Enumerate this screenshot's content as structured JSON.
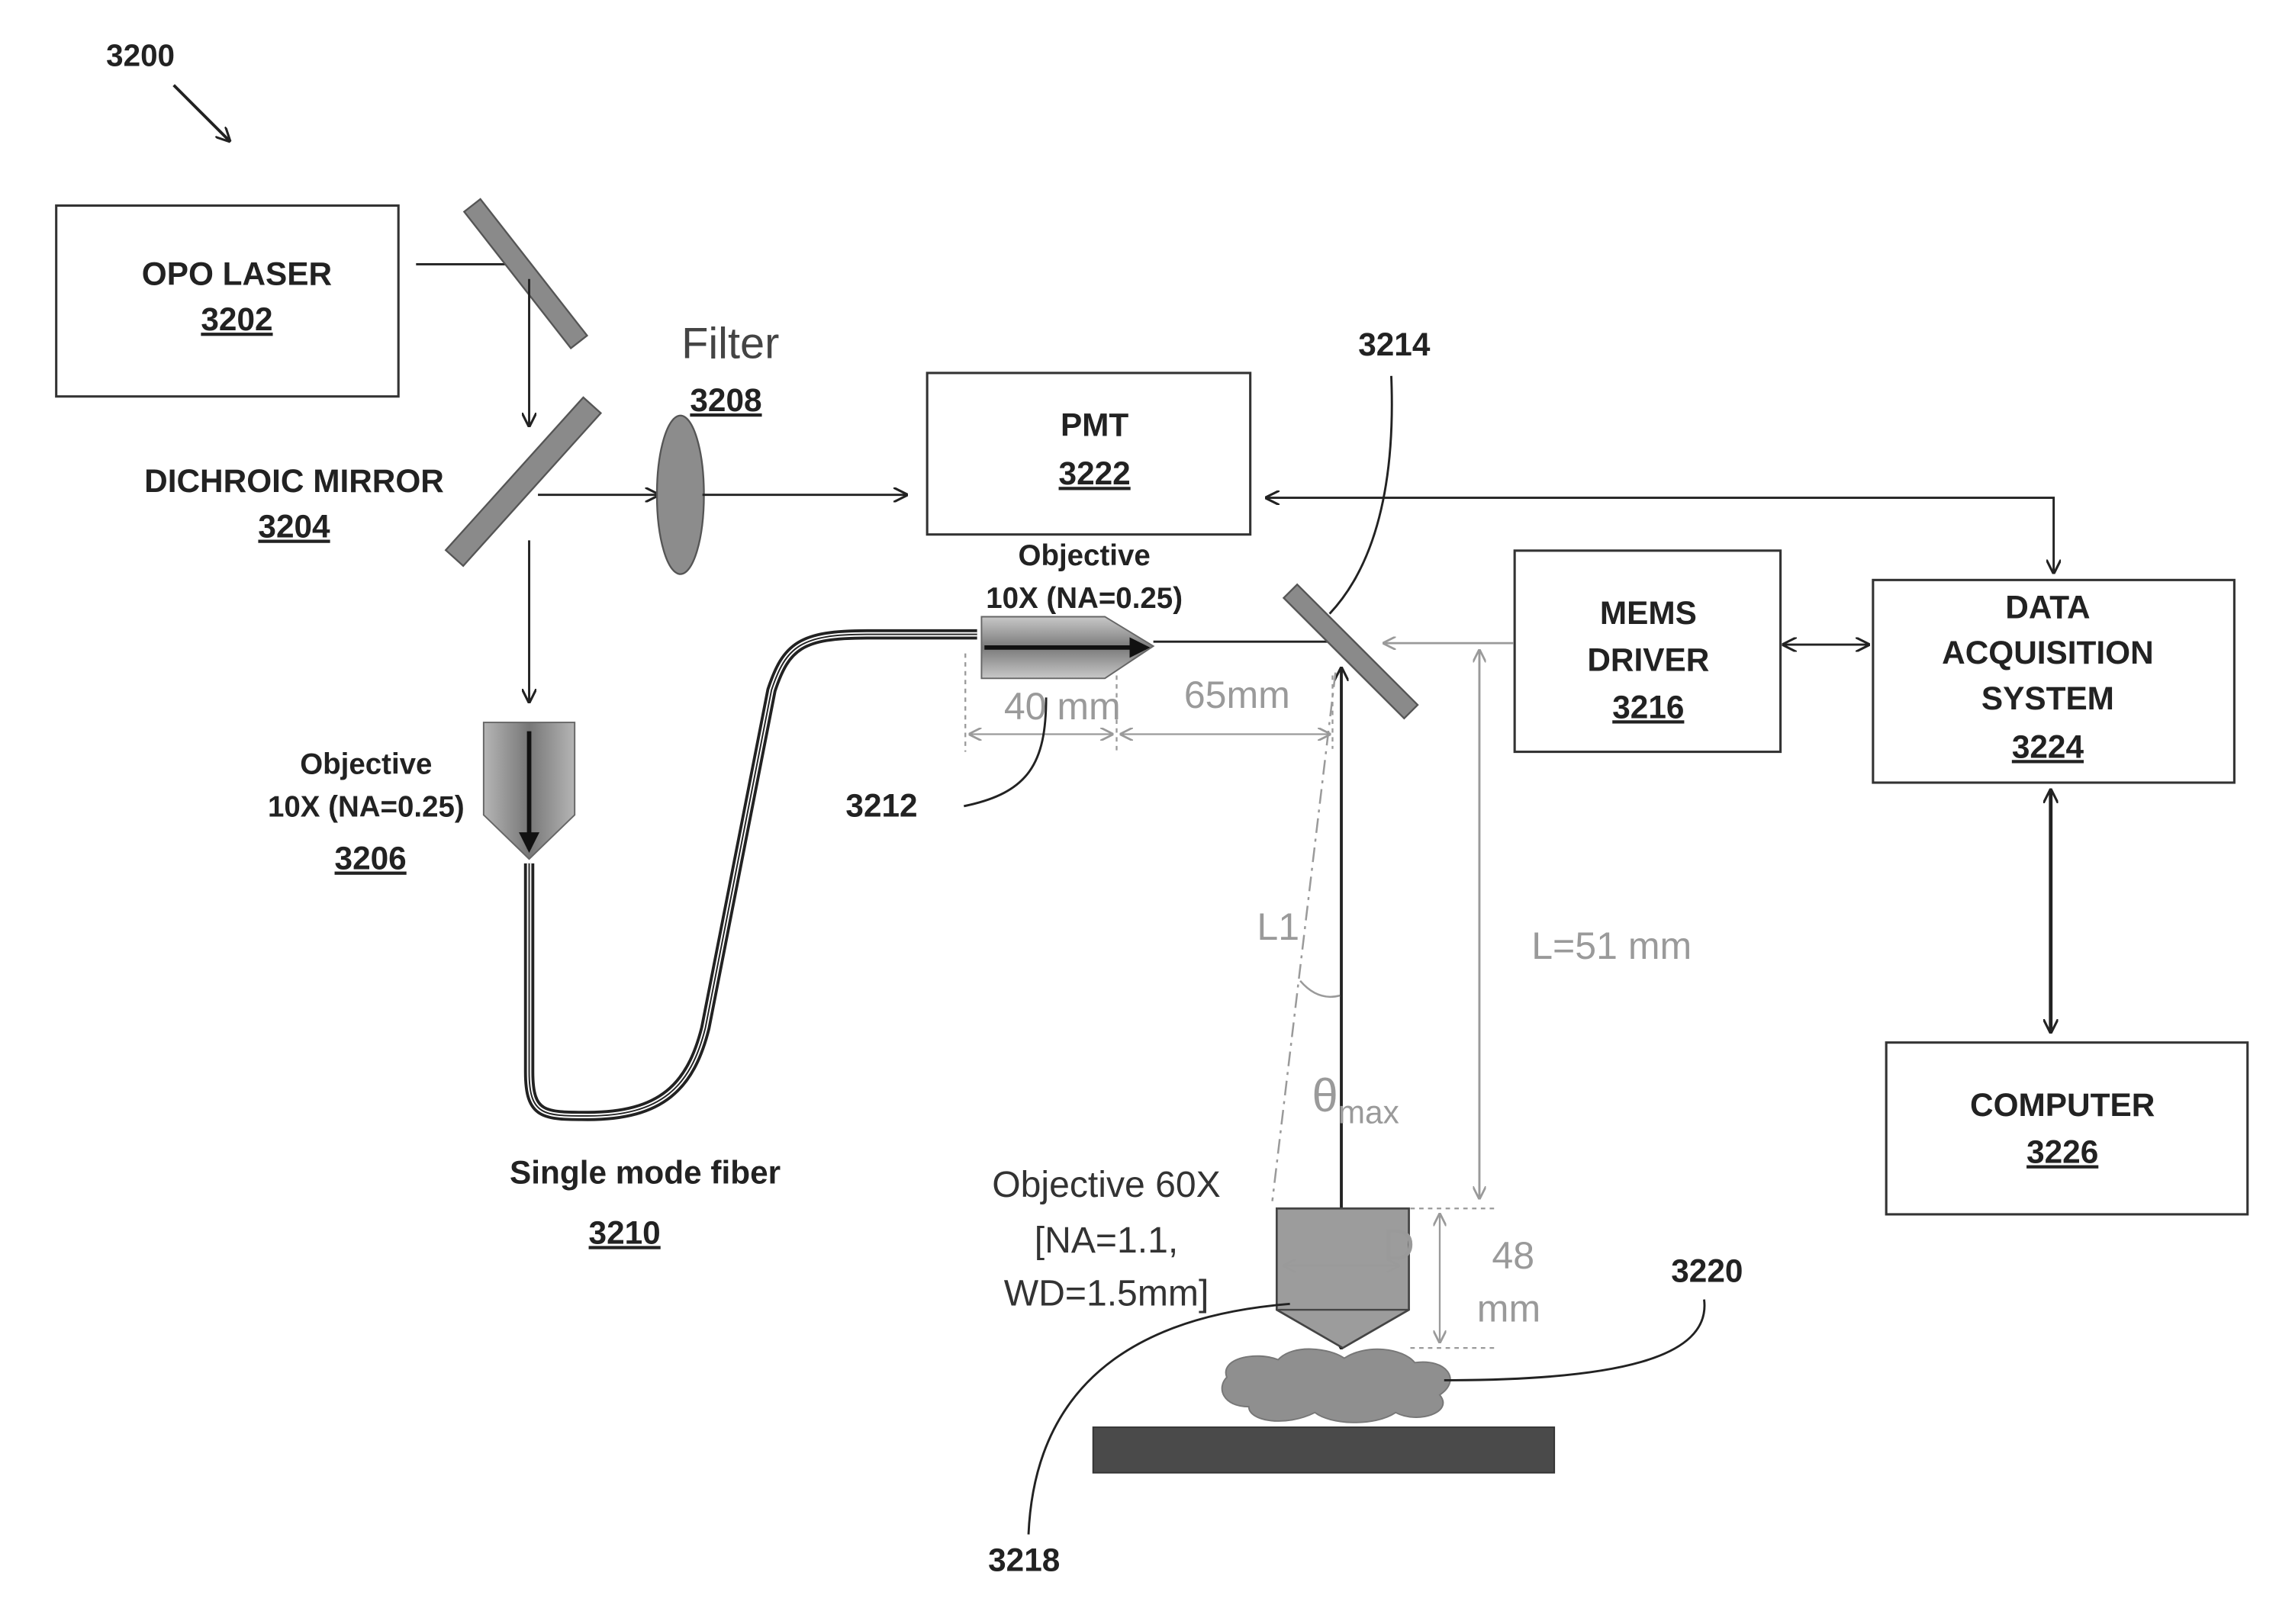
{
  "figure_ref": "3200",
  "boxes": {
    "opo_laser": {
      "title": "OPO LASER",
      "ref": "3202"
    },
    "pmt": {
      "title": "PMT",
      "ref": "3222"
    },
    "mems": {
      "line1": "MEMS",
      "line2": "DRIVER",
      "ref": "3216"
    },
    "daq": {
      "line1": "DATA",
      "line2": "ACQUISITION",
      "line3": "SYSTEM",
      "ref": "3224"
    },
    "computer": {
      "title": "COMPUTER",
      "ref": "3226"
    }
  },
  "labels": {
    "dichroic_mirror": "DICHROIC MIRROR",
    "dichroic_ref": "3204",
    "filter": "Filter",
    "filter_ref": "3208",
    "objective_left_1": "Objective",
    "objective_left_2": "10X (NA=0.25)",
    "objective_left_ref": "3206",
    "objective_top_1": "Objective",
    "objective_top_2": "10X (NA=0.25)",
    "fiber": "Single mode fiber",
    "fiber_ref": "3210",
    "ref_3212": "3212",
    "ref_3214": "3214",
    "ref_3218": "3218",
    "ref_3220": "3220",
    "dim_40mm": "40 mm",
    "dim_65mm": "65mm",
    "dim_L1": "L1",
    "dim_L": "L=51 mm",
    "theta": "θ",
    "theta_sub": "max",
    "objective60_1": "Objective 60X",
    "objective60_2": "[NA=1.1,",
    "objective60_3": "WD=1.5mm]",
    "dim_D": "D",
    "dim_48_1": "48",
    "dim_48_2": "mm"
  },
  "colors": {
    "mirror": "#8a8a8a",
    "mirror_edge": "#555555",
    "lens": "#8c8c8c",
    "dim_gray": "#9a9a9a",
    "stage": "#4a4a4a"
  }
}
